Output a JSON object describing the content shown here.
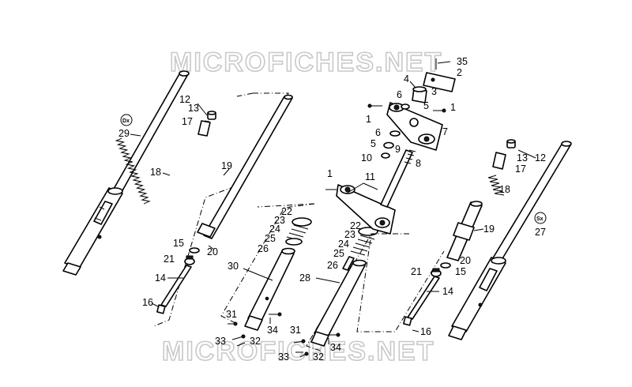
{
  "watermark": {
    "text": "MICROFICHES.NET"
  },
  "badges": {
    "right_side": "Dx",
    "left_side": "Sx"
  },
  "callouts": {
    "n1": "1",
    "n2": "2",
    "n3": "3",
    "n4": "4",
    "n5": "5",
    "n6": "6",
    "n7": "7",
    "n8": "8",
    "n9": "9",
    "n10": "10",
    "n11": "11",
    "n12": "12",
    "n13": "13",
    "n14": "14",
    "n15": "15",
    "n16": "16",
    "n17": "17",
    "n18": "18",
    "n19": "19",
    "n20": "20",
    "n21": "21",
    "n22": "22",
    "n23": "23",
    "n24": "24",
    "n25": "25",
    "n26": "26",
    "n27": "27",
    "n28": "28",
    "n29": "29",
    "n30": "30",
    "n31": "31",
    "n32": "32",
    "n33": "33",
    "n34": "34",
    "n35": "35"
  }
}
